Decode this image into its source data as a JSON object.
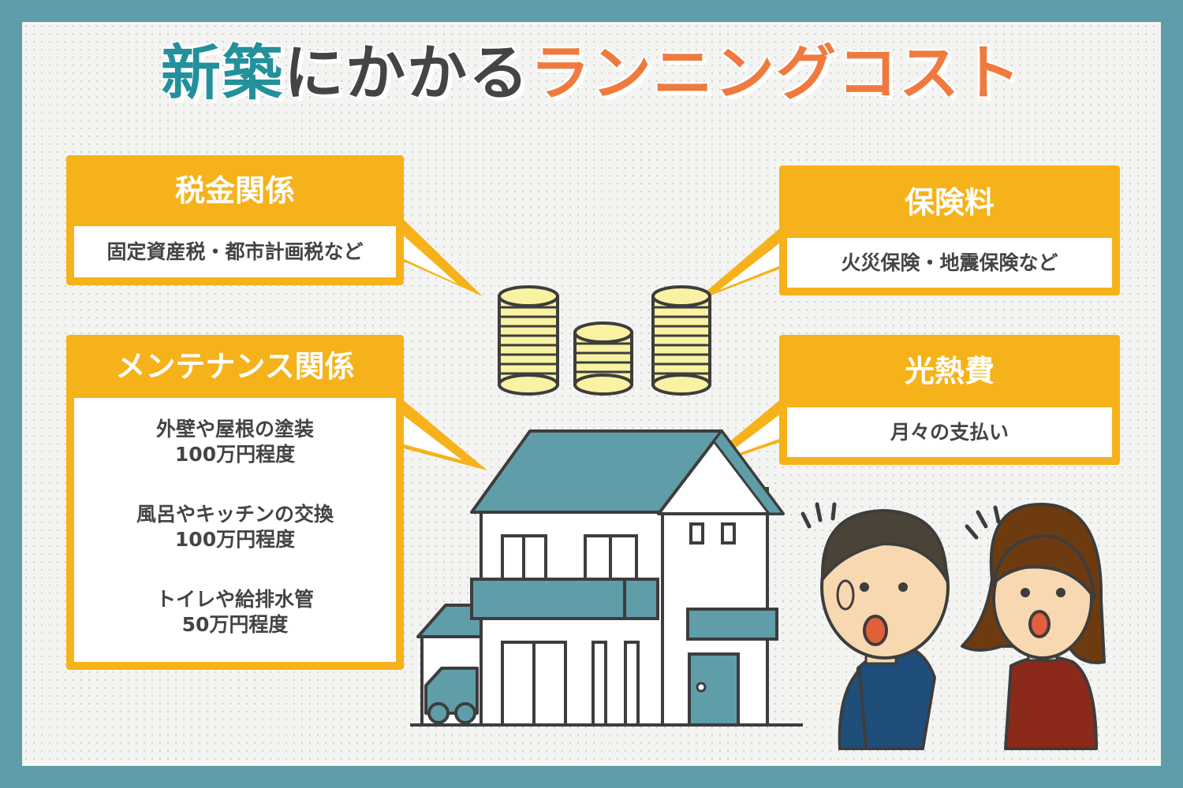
{
  "title": {
    "part1": "新築",
    "part2": "にかかる",
    "part3": "ランニングコスト"
  },
  "boxes": {
    "tax": {
      "heading": "税金関係",
      "text": "固定資産税・都市計画税など"
    },
    "insurance": {
      "heading": "保険料",
      "text": "火災保険・地震保険など"
    },
    "maintenance": {
      "heading": "メンテナンス関係",
      "items": [
        {
          "line1": "外壁や屋根の塗装",
          "line2": "100万円程度"
        },
        {
          "line1": "風呂やキッチンの交換",
          "line2": "100万円程度"
        },
        {
          "line1": "トイレや給排水管",
          "line2": "50万円程度"
        }
      ]
    },
    "utilities": {
      "heading": "光熱費",
      "text": "月々の支払い"
    }
  },
  "colors": {
    "frame": "#5f9ea8",
    "accent_box": "#f6b21a",
    "title_teal": "#23909c",
    "title_orange": "#f07a3e",
    "roof": "#5f9ea8",
    "coin": "#f8f2a2"
  }
}
